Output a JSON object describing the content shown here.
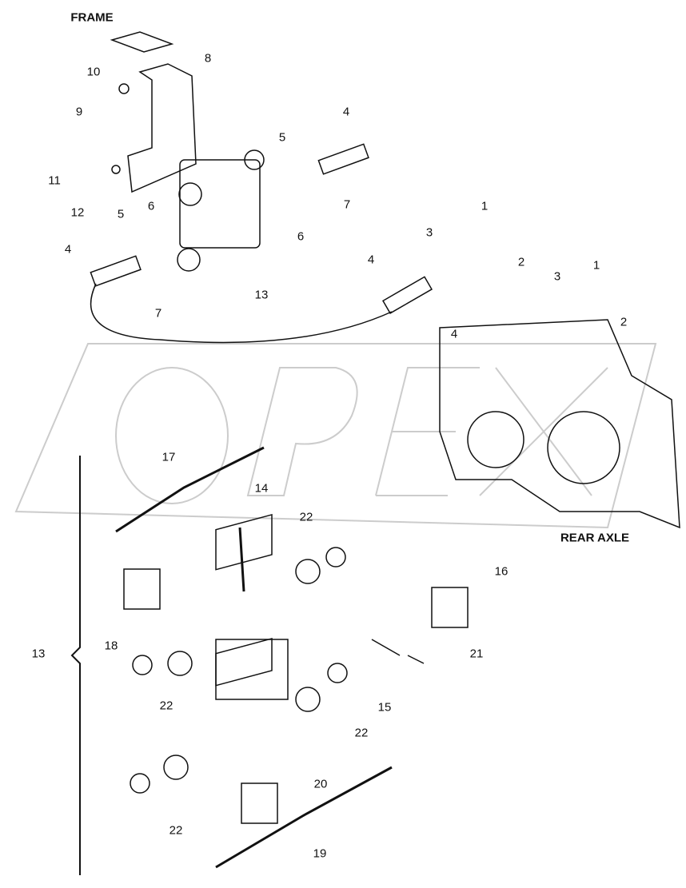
{
  "labels": {
    "frame": "FRAME",
    "rear_axle": "REAR AXLE"
  },
  "watermark": "OPEX",
  "callouts": [
    "8",
    "10",
    "9",
    "4",
    "5",
    "11",
    "12",
    "7",
    "6",
    "5",
    "6",
    "1",
    "3",
    "4",
    "4",
    "2",
    "1",
    "13",
    "7",
    "3",
    "2",
    "4",
    "17",
    "14",
    "22",
    "16",
    "18",
    "13",
    "21",
    "15",
    "22",
    "22",
    "20",
    "22",
    "19"
  ],
  "colors": {
    "line": "#111111",
    "watermark": "#cccccc"
  }
}
